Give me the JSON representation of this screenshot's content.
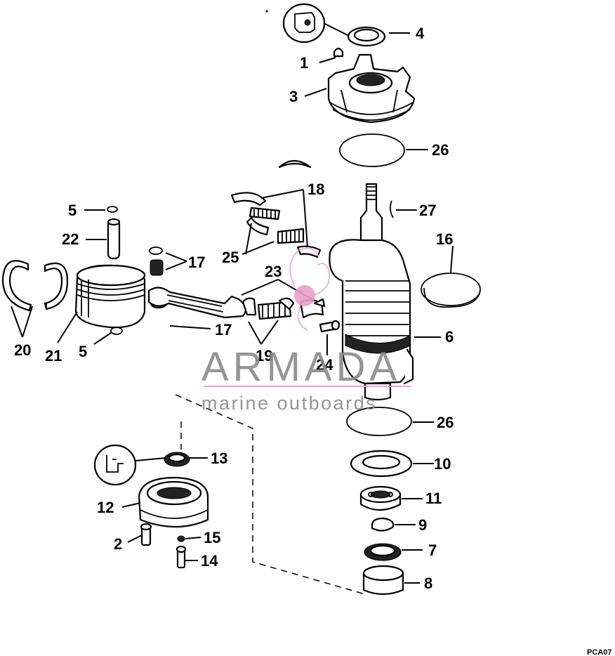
{
  "diagram": {
    "callouts": {
      "c1": "1",
      "c2": "2",
      "c3": "3",
      "c4": "4",
      "c5a": "5",
      "c5b": "5",
      "c6": "6",
      "c7": "7",
      "c8": "8",
      "c9": "9",
      "c10": "10",
      "c11": "11",
      "c12": "12",
      "c13": "13",
      "c14": "14",
      "c15": "15",
      "c16": "16",
      "c17a": "17",
      "c17b": "17",
      "c18": "18",
      "c19": "19",
      "c20": "20",
      "c21": "21",
      "c22": "22",
      "c23": "23",
      "c24": "24",
      "c25": "25",
      "c26a": "26",
      "c26b": "26",
      "c27": "27"
    },
    "figure_code": "PCA07"
  },
  "watermark": {
    "brand": "ARMADA",
    "tagline": "marine outboards",
    "text_color": "#8a8a8a",
    "accent_color": "#e8a0c8"
  }
}
